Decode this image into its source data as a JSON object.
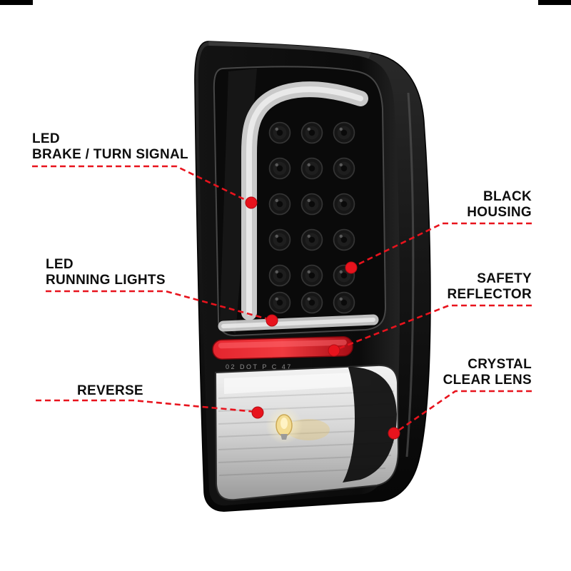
{
  "title": "LED tail light features diagram",
  "colors": {
    "callout-red": "#e8131d",
    "label-text": "#0e0e0e",
    "reflector-red": "#cf1020",
    "housing-black": "#101010",
    "lightbar-gray": "#c9c9c9",
    "page-bg": "#ffffff"
  },
  "callouts": {
    "brake": {
      "line1": "LED",
      "line2": "BRAKE / TURN SIGNAL"
    },
    "running": {
      "line1": "LED",
      "line2": "RUNNING LIGHTS"
    },
    "reverse": {
      "line1": "REVERSE"
    },
    "housing": {
      "line1": "BLACK",
      "line2": "HOUSING"
    },
    "reflector": {
      "line1": "SAFETY",
      "line2": "REFLECTOR"
    },
    "lens": {
      "line1": "CRYSTAL",
      "line2": "CLEAR LENS"
    }
  },
  "lamp": {
    "marking": "02 DOT P    C    47"
  }
}
